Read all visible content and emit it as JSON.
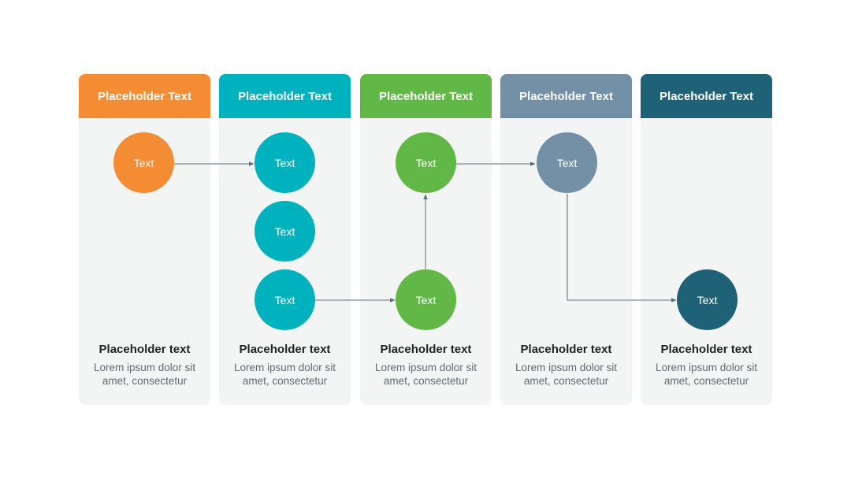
{
  "colors": {
    "orange": "#f48c33",
    "teal": "#00b2bd",
    "green": "#62b846",
    "slate": "#7390a6",
    "navy": "#1f6278",
    "panel": "#f3f4f4",
    "connector": "#5b6e80"
  },
  "columns": [
    {
      "header": "Placeholder Text",
      "title": "Placeholder text",
      "desc": "Lorem ipsum dolor sit amet, consectetur"
    },
    {
      "header": "Placeholder Text",
      "title": "Placeholder text",
      "desc": "Lorem ipsum dolor sit amet, consectetur"
    },
    {
      "header": "Placeholder Text",
      "title": "Placeholder text",
      "desc": "Lorem ipsum dolor sit amet, consectetur"
    },
    {
      "header": "Placeholder Text",
      "title": "Placeholder text",
      "desc": "Lorem ipsum dolor sit amet, consectetur"
    },
    {
      "header": "Placeholder Text",
      "title": "Placeholder text",
      "desc": "Lorem ipsum dolor sit amet, consectetur"
    }
  ],
  "nodes": [
    {
      "label": "Text"
    },
    {
      "label": "Text"
    },
    {
      "label": "Text"
    },
    {
      "label": "Text"
    },
    {
      "label": "Text"
    },
    {
      "label": "Text"
    },
    {
      "label": "Text"
    },
    {
      "label": "Text"
    }
  ]
}
